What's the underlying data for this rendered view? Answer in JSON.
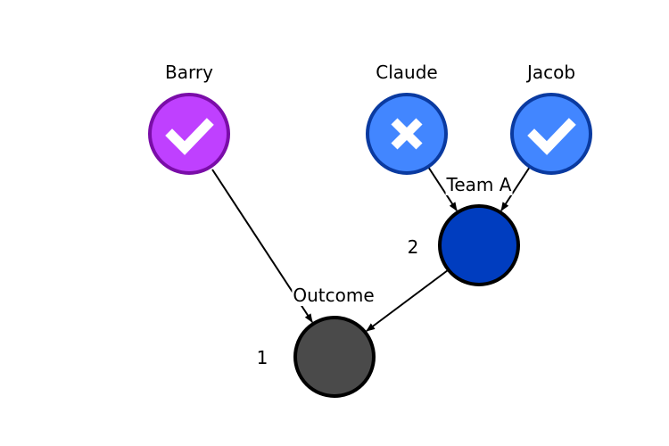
{
  "diagram": {
    "voters": [
      {
        "name": "Barry",
        "vote": "approve",
        "icon": "check-icon",
        "fill": "#bf40ff",
        "stroke": "#7a0da8"
      },
      {
        "name": "Claude",
        "vote": "reject",
        "icon": "x-icon",
        "fill": "#4286ff",
        "stroke": "#0a3aa0"
      },
      {
        "name": "Jacob",
        "vote": "approve",
        "icon": "check-icon",
        "fill": "#4286ff",
        "stroke": "#0a3aa0"
      }
    ],
    "team": {
      "name": "Team A",
      "count": "2",
      "fill": "#003dbf",
      "stroke": "#000000"
    },
    "outcome": {
      "name": "Outcome",
      "count": "1",
      "fill": "#4a4a4a",
      "stroke": "#000000"
    },
    "edge_color": "#000000",
    "icon_color": "#ffffff"
  }
}
